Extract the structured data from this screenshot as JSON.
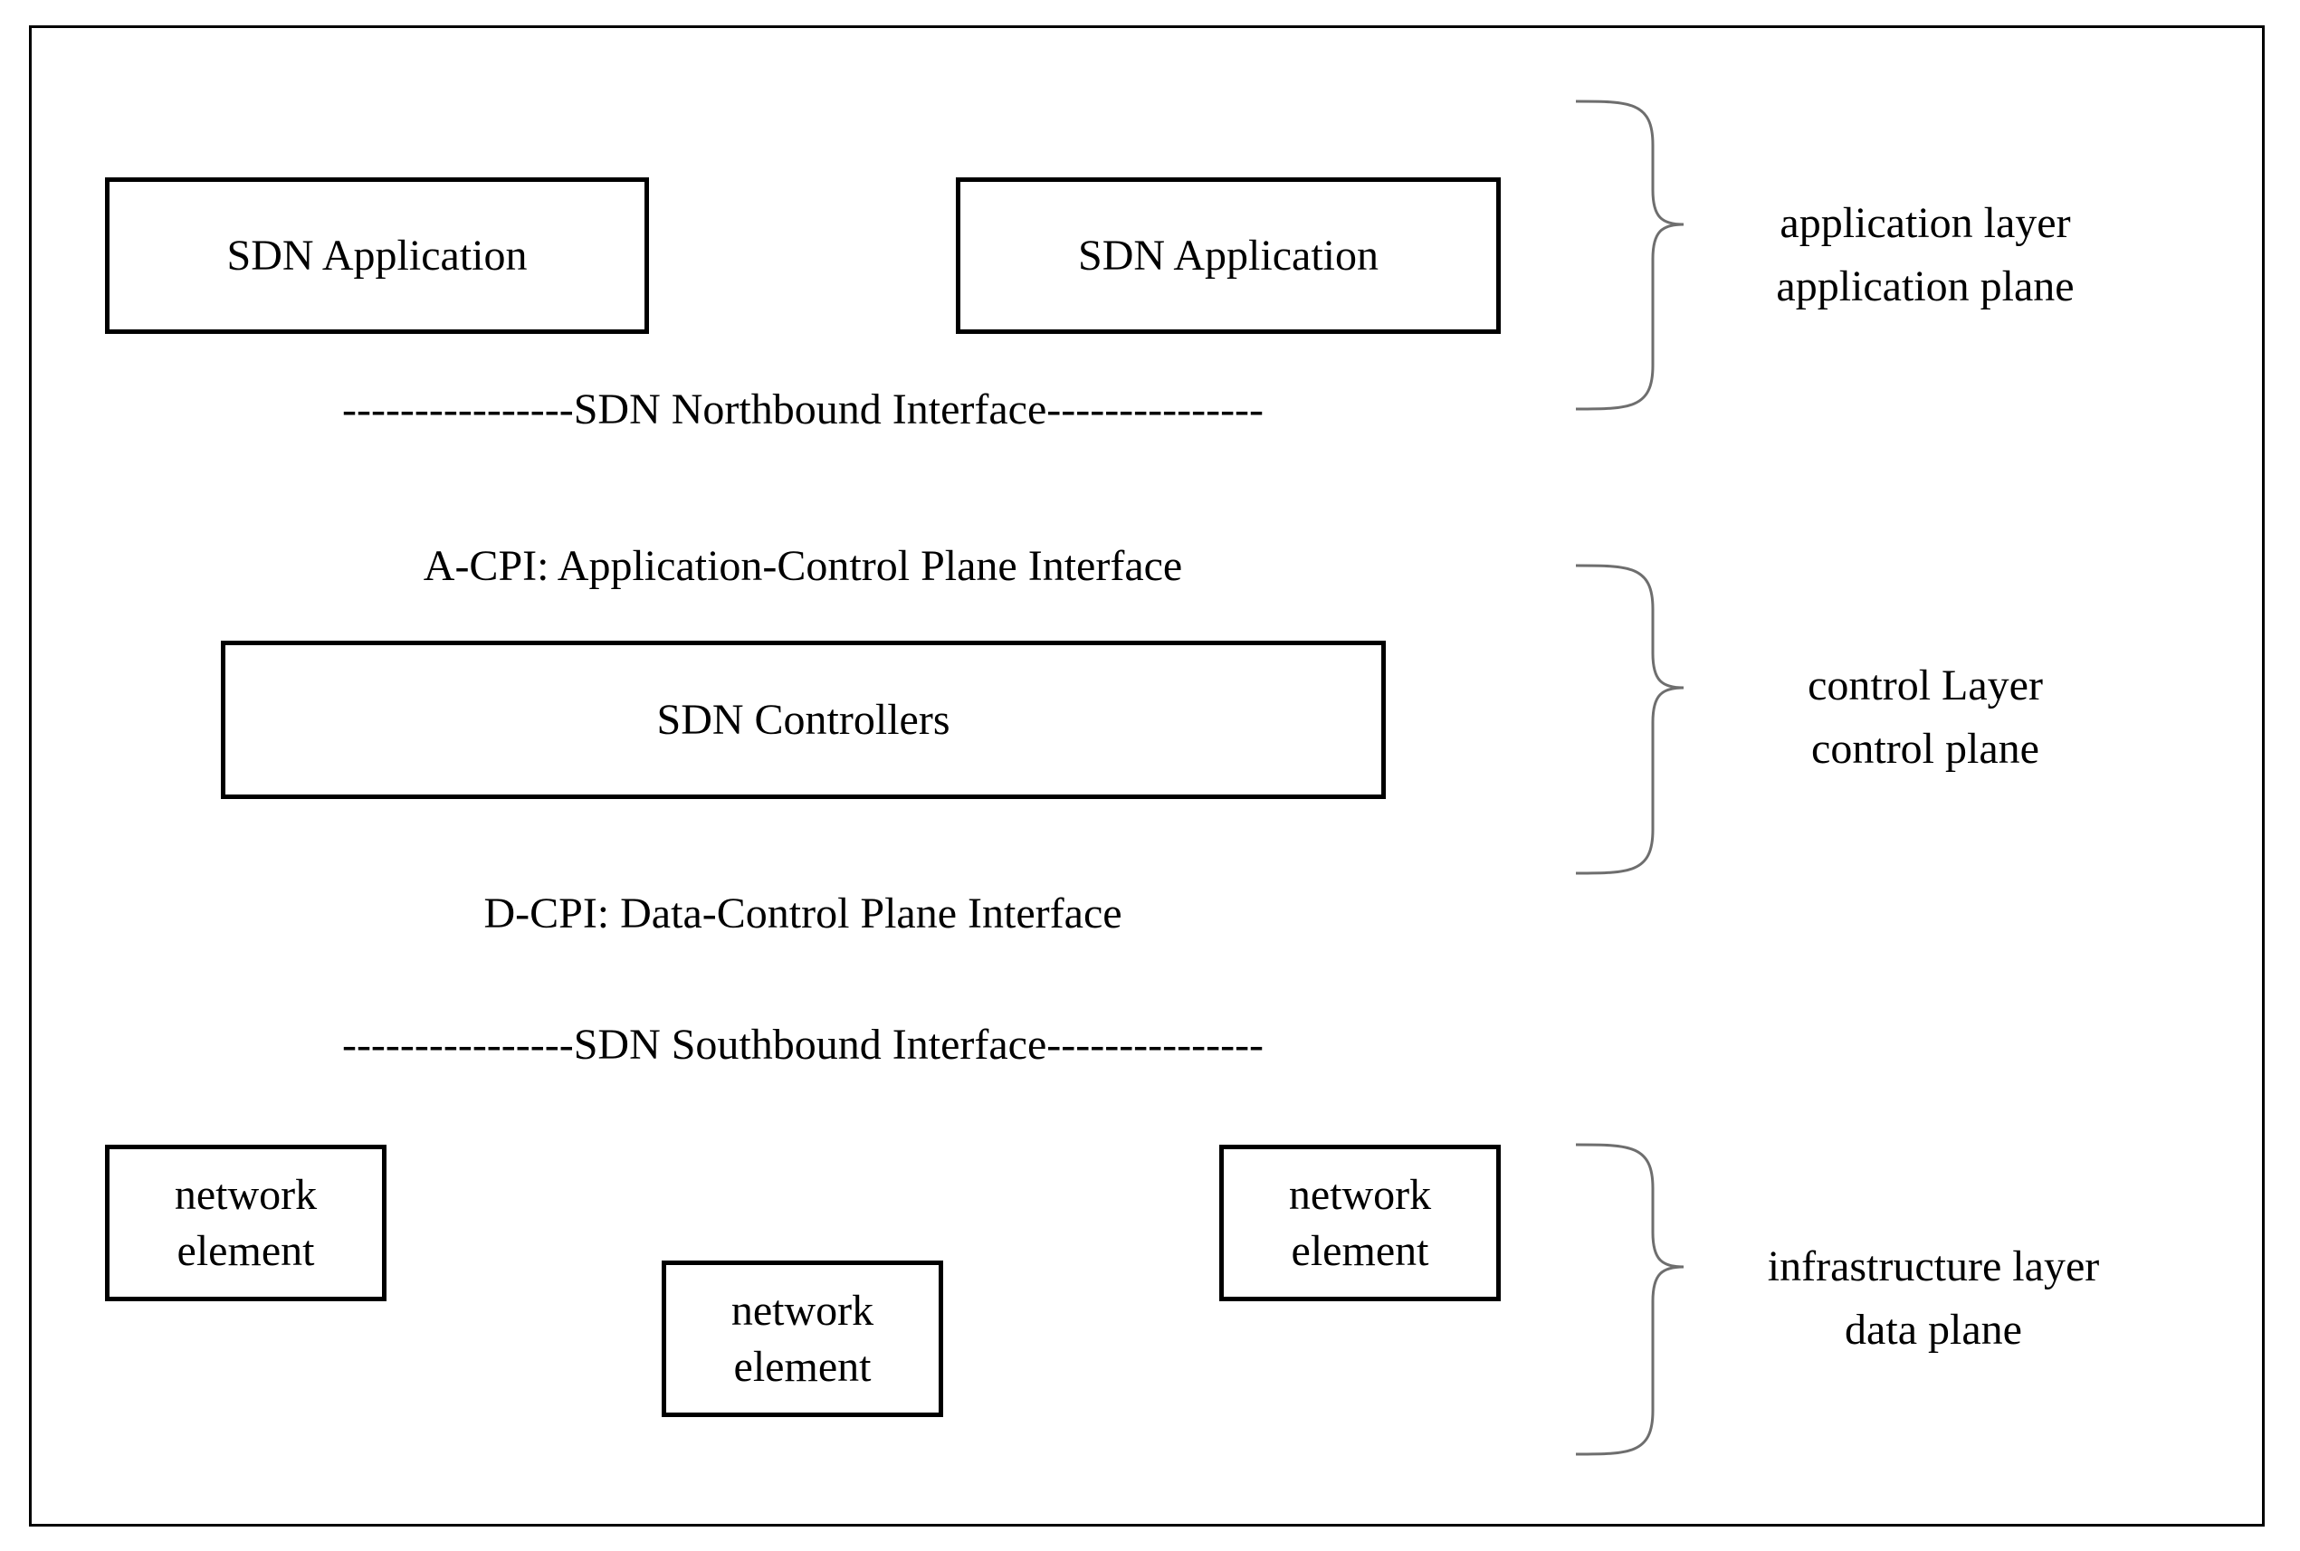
{
  "application_layer": {
    "boxes": [
      "SDN Application",
      "SDN Application"
    ],
    "label_line1": "application layer",
    "label_line2": "application plane"
  },
  "northbound_interface": "----------------SDN Northbound Interface---------------",
  "a_cpi": "A-CPI: Application-Control Plane Interface",
  "control_layer": {
    "box": "SDN Controllers",
    "label_line1": "control Layer",
    "label_line2": "control plane"
  },
  "d_cpi": "D-CPI: Data-Control Plane Interface",
  "southbound_interface": "----------------SDN Southbound Interface---------------",
  "infrastructure_layer": {
    "elements": [
      {
        "line1": "network",
        "line2": "element"
      },
      {
        "line1": "network",
        "line2": "element"
      },
      {
        "line1": "network",
        "line2": "element"
      }
    ],
    "label_line1": "infrastructure layer",
    "label_line2": "data plane"
  },
  "colors": {
    "stroke": "#000000",
    "brace": "#6e6e6e",
    "background": "#ffffff"
  }
}
